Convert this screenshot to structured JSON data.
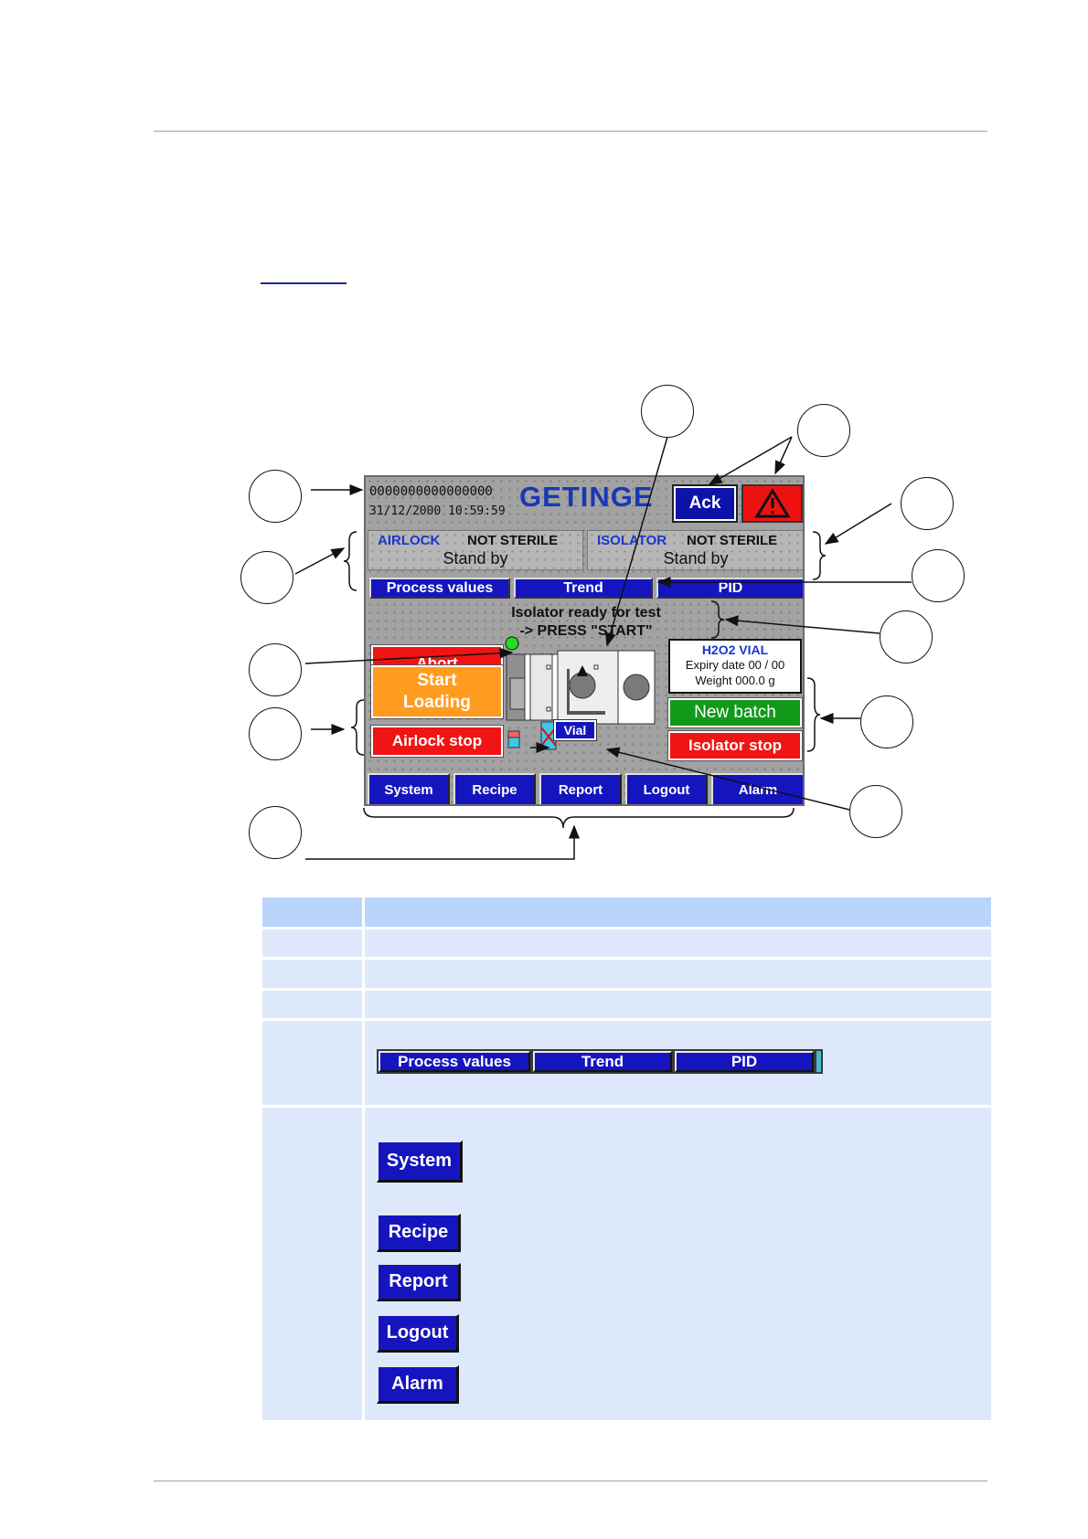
{
  "hmi": {
    "counter": "0000000000000000",
    "datetime": "31/12/2000 10:59:59",
    "logo": "GETINGE",
    "ack_label": "Ack",
    "warning_icon": "warning-triangle-icon",
    "airlock": {
      "name": "AIRLOCK",
      "state": "NOT STERILE",
      "status": "Stand by"
    },
    "isolator": {
      "name": "ISOLATOR",
      "state": "NOT STERILE",
      "status": "Stand by"
    },
    "tabs": [
      "Process values",
      "Trend",
      "PID"
    ],
    "message_line1": "Isolator ready for test",
    "message_line2": "-> PRESS \"START\"",
    "abort_label": "Abort",
    "start_loading_line1": "Start",
    "start_loading_line2": "Loading",
    "airlock_stop_label": "Airlock stop",
    "vial_button_label": "Vial",
    "vial_panel": {
      "title": "H2O2 VIAL",
      "expiry": "Expiry date   00 / 00",
      "weight": "Weight 000.0  g"
    },
    "new_batch_label": "New batch",
    "isolator_stop_label": "Isolator stop",
    "nav": [
      "System",
      "Recipe",
      "Report",
      "Logout",
      "Alarm"
    ],
    "colors": {
      "button_blue": "#1515bf",
      "alarm_red": "#f01414",
      "start_orange": "#ff9c1f",
      "batch_green": "#119a1a",
      "logo_blue": "#1a37b4"
    }
  },
  "table": {
    "tab_strip": [
      "Process values",
      "Trend",
      "PID"
    ],
    "menu_buttons": [
      "System",
      "Recipe",
      "Report",
      "Logout",
      "Alarm"
    ],
    "colors": {
      "header_bg": "#b9d5fb",
      "body_bg": "#dde9fb"
    }
  }
}
